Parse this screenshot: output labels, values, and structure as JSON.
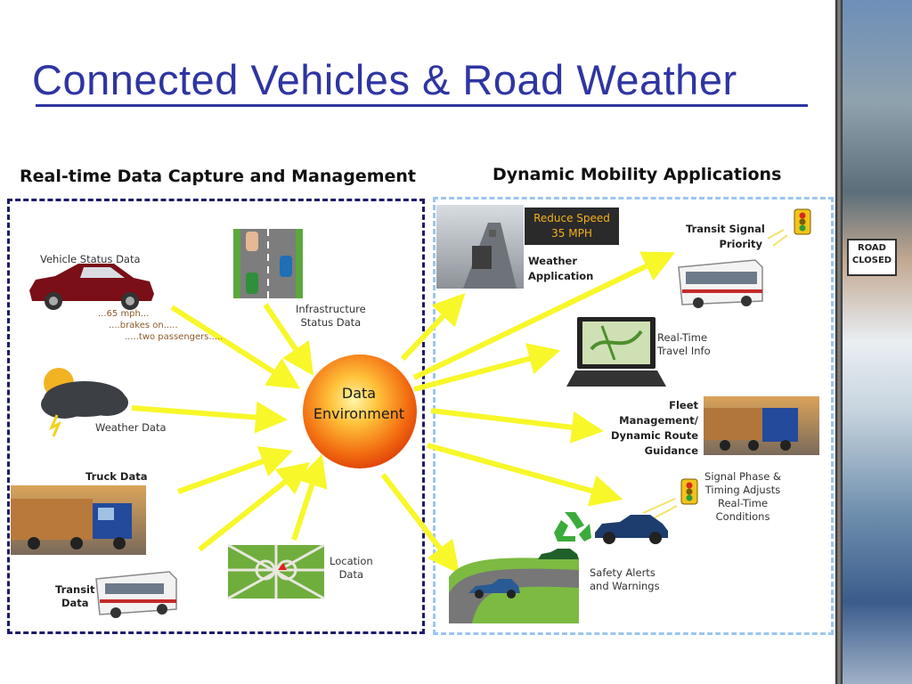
{
  "title": "Connected Vehicles & Road Weather",
  "left_panel": {
    "heading": "Real-time Data Capture and Management",
    "vehicle_status": {
      "label": "Vehicle Status Data",
      "notes": [
        "...65 mph...",
        "....brakes on.....",
        ".....two passengers....."
      ]
    },
    "infrastructure": {
      "line1": "Infrastructure",
      "line2": "Status Data"
    },
    "weather": {
      "label": "Weather Data"
    },
    "truck": {
      "label": "Truck Data"
    },
    "transit": {
      "line1": "Transit",
      "line2": "Data"
    },
    "location": {
      "line1": "Location",
      "line2": "Data"
    }
  },
  "core": {
    "line1": "Data",
    "line2": "Environment"
  },
  "right_panel": {
    "heading": "Dynamic Mobility Applications",
    "weather_app": {
      "sign_line1": "Reduce Speed",
      "sign_line2": "35 MPH",
      "line1": "Weather",
      "line2": "Application"
    },
    "transit_signal": {
      "line1": "Transit Signal",
      "line2": "Priority"
    },
    "travel_info": {
      "line1": "Real-Time",
      "line2": "Travel Info"
    },
    "fleet": {
      "line1": "Fleet",
      "line2": "Management/",
      "line3": "Dynamic Route",
      "line4": "Guidance"
    },
    "signal_phase": {
      "line1": "Signal Phase &",
      "line2": "Timing Adjusts",
      "line3": "Real-Time",
      "line4": "Conditions"
    },
    "safety": {
      "line1": "Safety Alerts",
      "line2": "and Warnings"
    }
  },
  "sidebar": {
    "sign_line1": "ROAD",
    "sign_line2": "CLOSED"
  },
  "colors": {
    "title": "#2e35a2",
    "arrow": "#f7f72a",
    "core": "#f26a10",
    "left_border": "#1e1a6b",
    "right_border": "#9cc6ee"
  }
}
